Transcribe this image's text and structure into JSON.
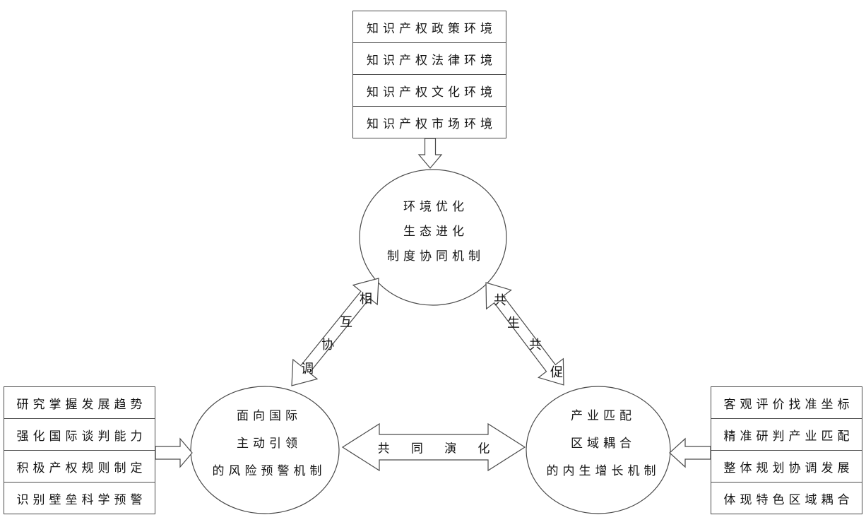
{
  "diagram": {
    "top_box_group": {
      "items": [
        "知识产权政策环境",
        "知识产权法律环境",
        "知识产权文化环境",
        "知识产权市场环境"
      ]
    },
    "left_box_group": {
      "items": [
        "研究掌握发展趋势",
        "强化国际谈判能力",
        "积极产权规则制定",
        "识别壁垒科学预警"
      ]
    },
    "right_box_group": {
      "items": [
        "客观评价找准坐标",
        "精准研判产业匹配",
        "整体规划协调发展",
        "体现特色区域耦合"
      ]
    },
    "circles": {
      "top": {
        "lines": [
          "环境优化",
          "生态进化",
          "制度协同机制"
        ]
      },
      "left": {
        "lines": [
          "面向国际",
          "主动引领",
          "的风险预警机制"
        ]
      },
      "right": {
        "lines": [
          "产业匹配",
          "区域耦合",
          "的内生增长机制"
        ]
      }
    },
    "arrow_labels": {
      "top_left": {
        "chars": [
          "相",
          "互",
          "协",
          "调"
        ]
      },
      "top_right": {
        "chars": [
          "共",
          "生",
          "共",
          "促"
        ]
      },
      "bottom": {
        "text": "共 同 演 化"
      }
    },
    "colors": {
      "line": "#4a4a4a",
      "text": "#141414",
      "background": "#ffffff"
    }
  }
}
